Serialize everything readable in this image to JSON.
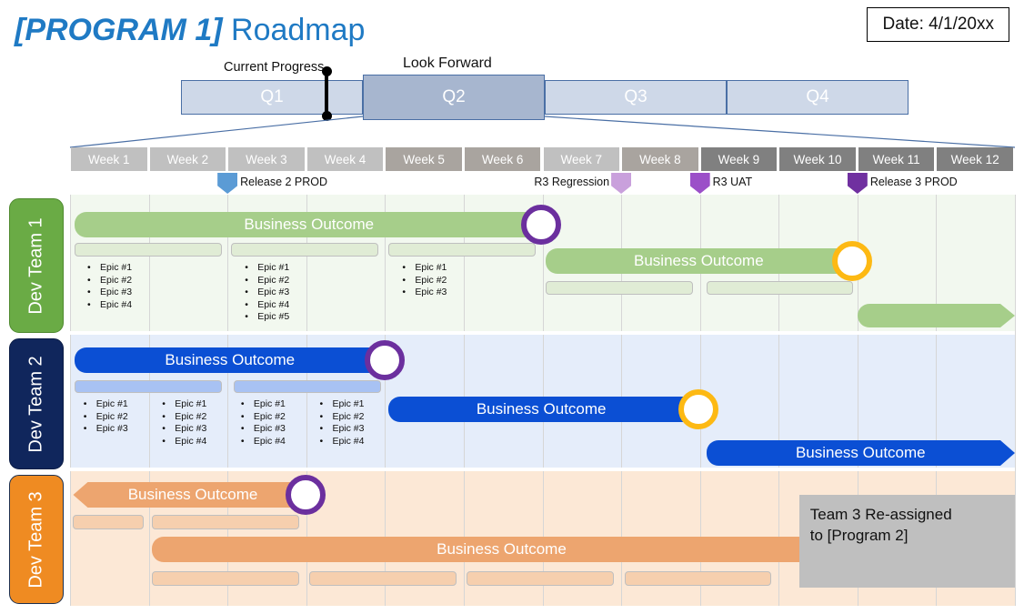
{
  "header": {
    "title_emphasis": "[PROGRAM 1]",
    "title_rest": " Roadmap",
    "date_label": "Date: 4/1/20xx"
  },
  "timeline": {
    "current_progress_label": "Current Progress",
    "look_forward_label": "Look Forward",
    "quarters": [
      {
        "label": "Q1",
        "highlight": false
      },
      {
        "label": "Q2",
        "highlight": true
      },
      {
        "label": "Q3",
        "highlight": false
      },
      {
        "label": "Q4",
        "highlight": false
      }
    ]
  },
  "weeks": [
    {
      "label": "Week 1",
      "shade": "light"
    },
    {
      "label": "Week 2",
      "shade": "light"
    },
    {
      "label": "Week 3",
      "shade": "light"
    },
    {
      "label": "Week 4",
      "shade": "light"
    },
    {
      "label": "Week 5",
      "shade": "medium"
    },
    {
      "label": "Week 6",
      "shade": "medium"
    },
    {
      "label": "Week 7",
      "shade": "light"
    },
    {
      "label": "Week 8",
      "shade": "medium"
    },
    {
      "label": "Week 9",
      "shade": "dark"
    },
    {
      "label": "Week 10",
      "shade": "dark"
    },
    {
      "label": "Week 11",
      "shade": "dark"
    },
    {
      "label": "Week 12",
      "shade": "dark"
    }
  ],
  "milestones": [
    {
      "label": "Release 2 PROD",
      "color": "#5b9bd5",
      "week": 2,
      "label_side": "right"
    },
    {
      "label": "R3 Regression",
      "color": "#c9a0dc",
      "week": 7,
      "label_side": "left"
    },
    {
      "label": "R3 UAT",
      "color": "#9b4fc8",
      "week": 8,
      "label_side": "right"
    },
    {
      "label": "Release 3 PROD",
      "color": "#7030a0",
      "week": 10,
      "label_side": "right"
    }
  ],
  "lanes": [
    {
      "name": "Dev Team 1",
      "color": "#6aab45",
      "background": "#f2f8ef",
      "bars": [
        {
          "label": "Business Outcome",
          "shape": "round"
        },
        {
          "label": "Business Outcome",
          "shape": "round"
        },
        {
          "label": "",
          "shape": "arrow-right"
        }
      ],
      "epic_groups": [
        {
          "items": [
            "Epic #1",
            "Epic #2",
            "Epic #3",
            "Epic #4"
          ]
        },
        {
          "items": [
            "Epic #1",
            "Epic #2",
            "Epic #3",
            "Epic #4",
            "Epic #5"
          ]
        },
        {
          "items": [
            "Epic #1",
            "Epic #2",
            "Epic #3"
          ]
        }
      ],
      "rings": [
        {
          "color": "purple"
        },
        {
          "color": "gold"
        }
      ]
    },
    {
      "name": "Dev Team 2",
      "color": "#10265c",
      "background": "#e5edfa",
      "bars": [
        {
          "label": "Business Outcome",
          "shape": "round"
        },
        {
          "label": "Business Outcome",
          "shape": "round"
        },
        {
          "label": "Business Outcome",
          "shape": "arrow-right"
        }
      ],
      "epic_groups": [
        {
          "items": [
            "Epic #1",
            "Epic #2",
            "Epic #3"
          ]
        },
        {
          "items": [
            "Epic #1",
            "Epic #2",
            "Epic #3",
            "Epic #4"
          ]
        },
        {
          "items": [
            "Epic #1",
            "Epic #2",
            "Epic #3",
            "Epic #4"
          ]
        },
        {
          "items": [
            "Epic #1",
            "Epic #2",
            "Epic #3",
            "Epic #4"
          ]
        }
      ],
      "rings": [
        {
          "color": "purple"
        },
        {
          "color": "gold"
        }
      ]
    },
    {
      "name": "Dev Team 3",
      "color": "#ef8b22",
      "background": "#fce8d6",
      "bars": [
        {
          "label": "Business Outcome",
          "shape": "arrow-left"
        },
        {
          "label": "Business Outcome",
          "shape": "round"
        }
      ],
      "epic_groups": [],
      "rings": [
        {
          "color": "purple"
        },
        {
          "color": "gold"
        }
      ],
      "note": "Team 3 Re-assigned to [Program 2]"
    }
  ],
  "note_text_line1": "Team 3 Re-assigned",
  "note_text_line2": "to [Program 2]",
  "colors": {
    "accent_blue": "#1F7AC4",
    "team1": "#6aab45",
    "team2": "#10265c",
    "team3": "#ef8b22",
    "ring_purple": "#6b2f9e",
    "ring_gold": "#fdb913",
    "quarter_light": "#ced8e8",
    "quarter_dark": "#a7b6cf"
  }
}
